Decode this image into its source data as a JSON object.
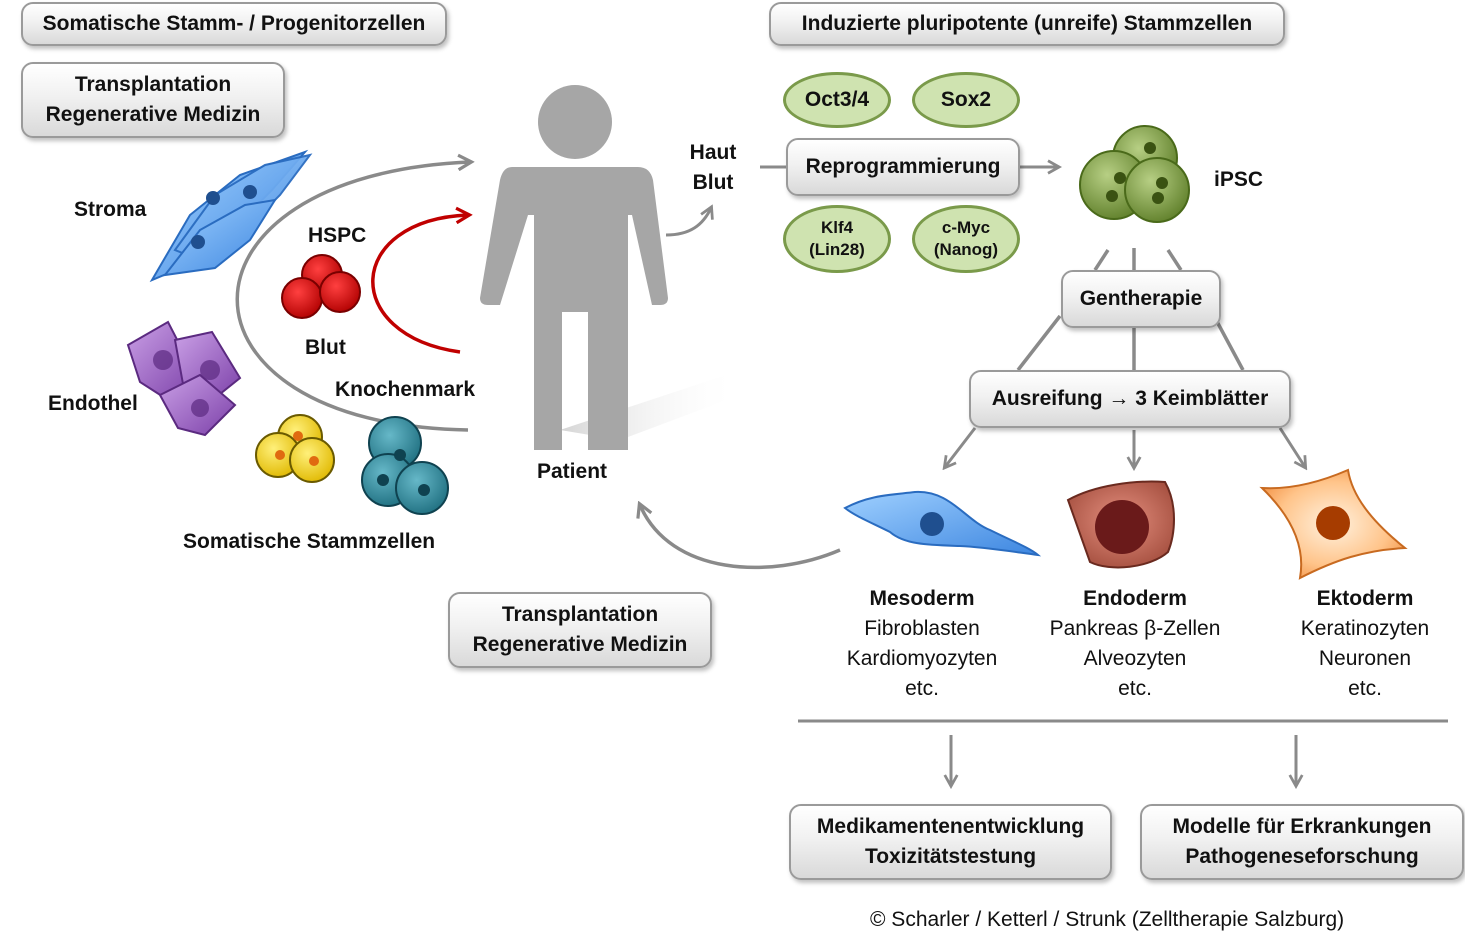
{
  "header_left": "Somatische Stamm- / Progenitorzellen",
  "header_right": "Induzierte pluripotente (unreife) Stammzellen",
  "transplant_top": [
    "Transplantation",
    "Regenerative Medizin"
  ],
  "transplant_bottom": [
    "Transplantation",
    "Regenerative Medizin"
  ],
  "somatic": {
    "stroma": "Stroma",
    "endothel": "Endothel",
    "hspc": "HSPC",
    "blut": "Blut",
    "knochenmark": "Knochenmark",
    "somatische_stammzellen": "Somatische Stammzellen"
  },
  "patient": "Patient",
  "haut_blut": [
    "Haut",
    "Blut"
  ],
  "factors": {
    "oct": "Oct3/4",
    "sox": "Sox2",
    "klf": [
      "Klf4",
      "(Lin28)"
    ],
    "myc": [
      "c-Myc",
      "(Nanog)"
    ]
  },
  "reprogrammierung": "Reprogrammierung",
  "ipsc": "iPSC",
  "gentherapie": "Gentherapie",
  "ausreifung": "Ausreifung → 3 Keimblätter",
  "germ_layers": [
    {
      "title": "Mesoderm",
      "lines": [
        "Fibroblasten",
        "Kardiomyozyten",
        "etc."
      ]
    },
    {
      "title": "Endoderm",
      "lines": [
        "Pankreas β-Zellen",
        "Alveozyten",
        "etc."
      ]
    },
    {
      "title": "Ektoderm",
      "lines": [
        "Keratinozyten",
        "Neuronen",
        "etc."
      ]
    }
  ],
  "applications": [
    [
      "Medikamentenentwicklung",
      "Toxizitätstestung"
    ],
    [
      "Modelle für Erkrankungen",
      "Pathogeneseforschung"
    ]
  ],
  "copyright": "© Scharler / Ketterl / Strunk (Zelltherapie Salzburg)",
  "colors": {
    "arrow_gray": "#8a8a8a",
    "arrow_red": "#c00000",
    "figure_gray": "#a6a6a6",
    "ipsc_green": "#77933c",
    "factor_fill": "#cfe3b0"
  }
}
